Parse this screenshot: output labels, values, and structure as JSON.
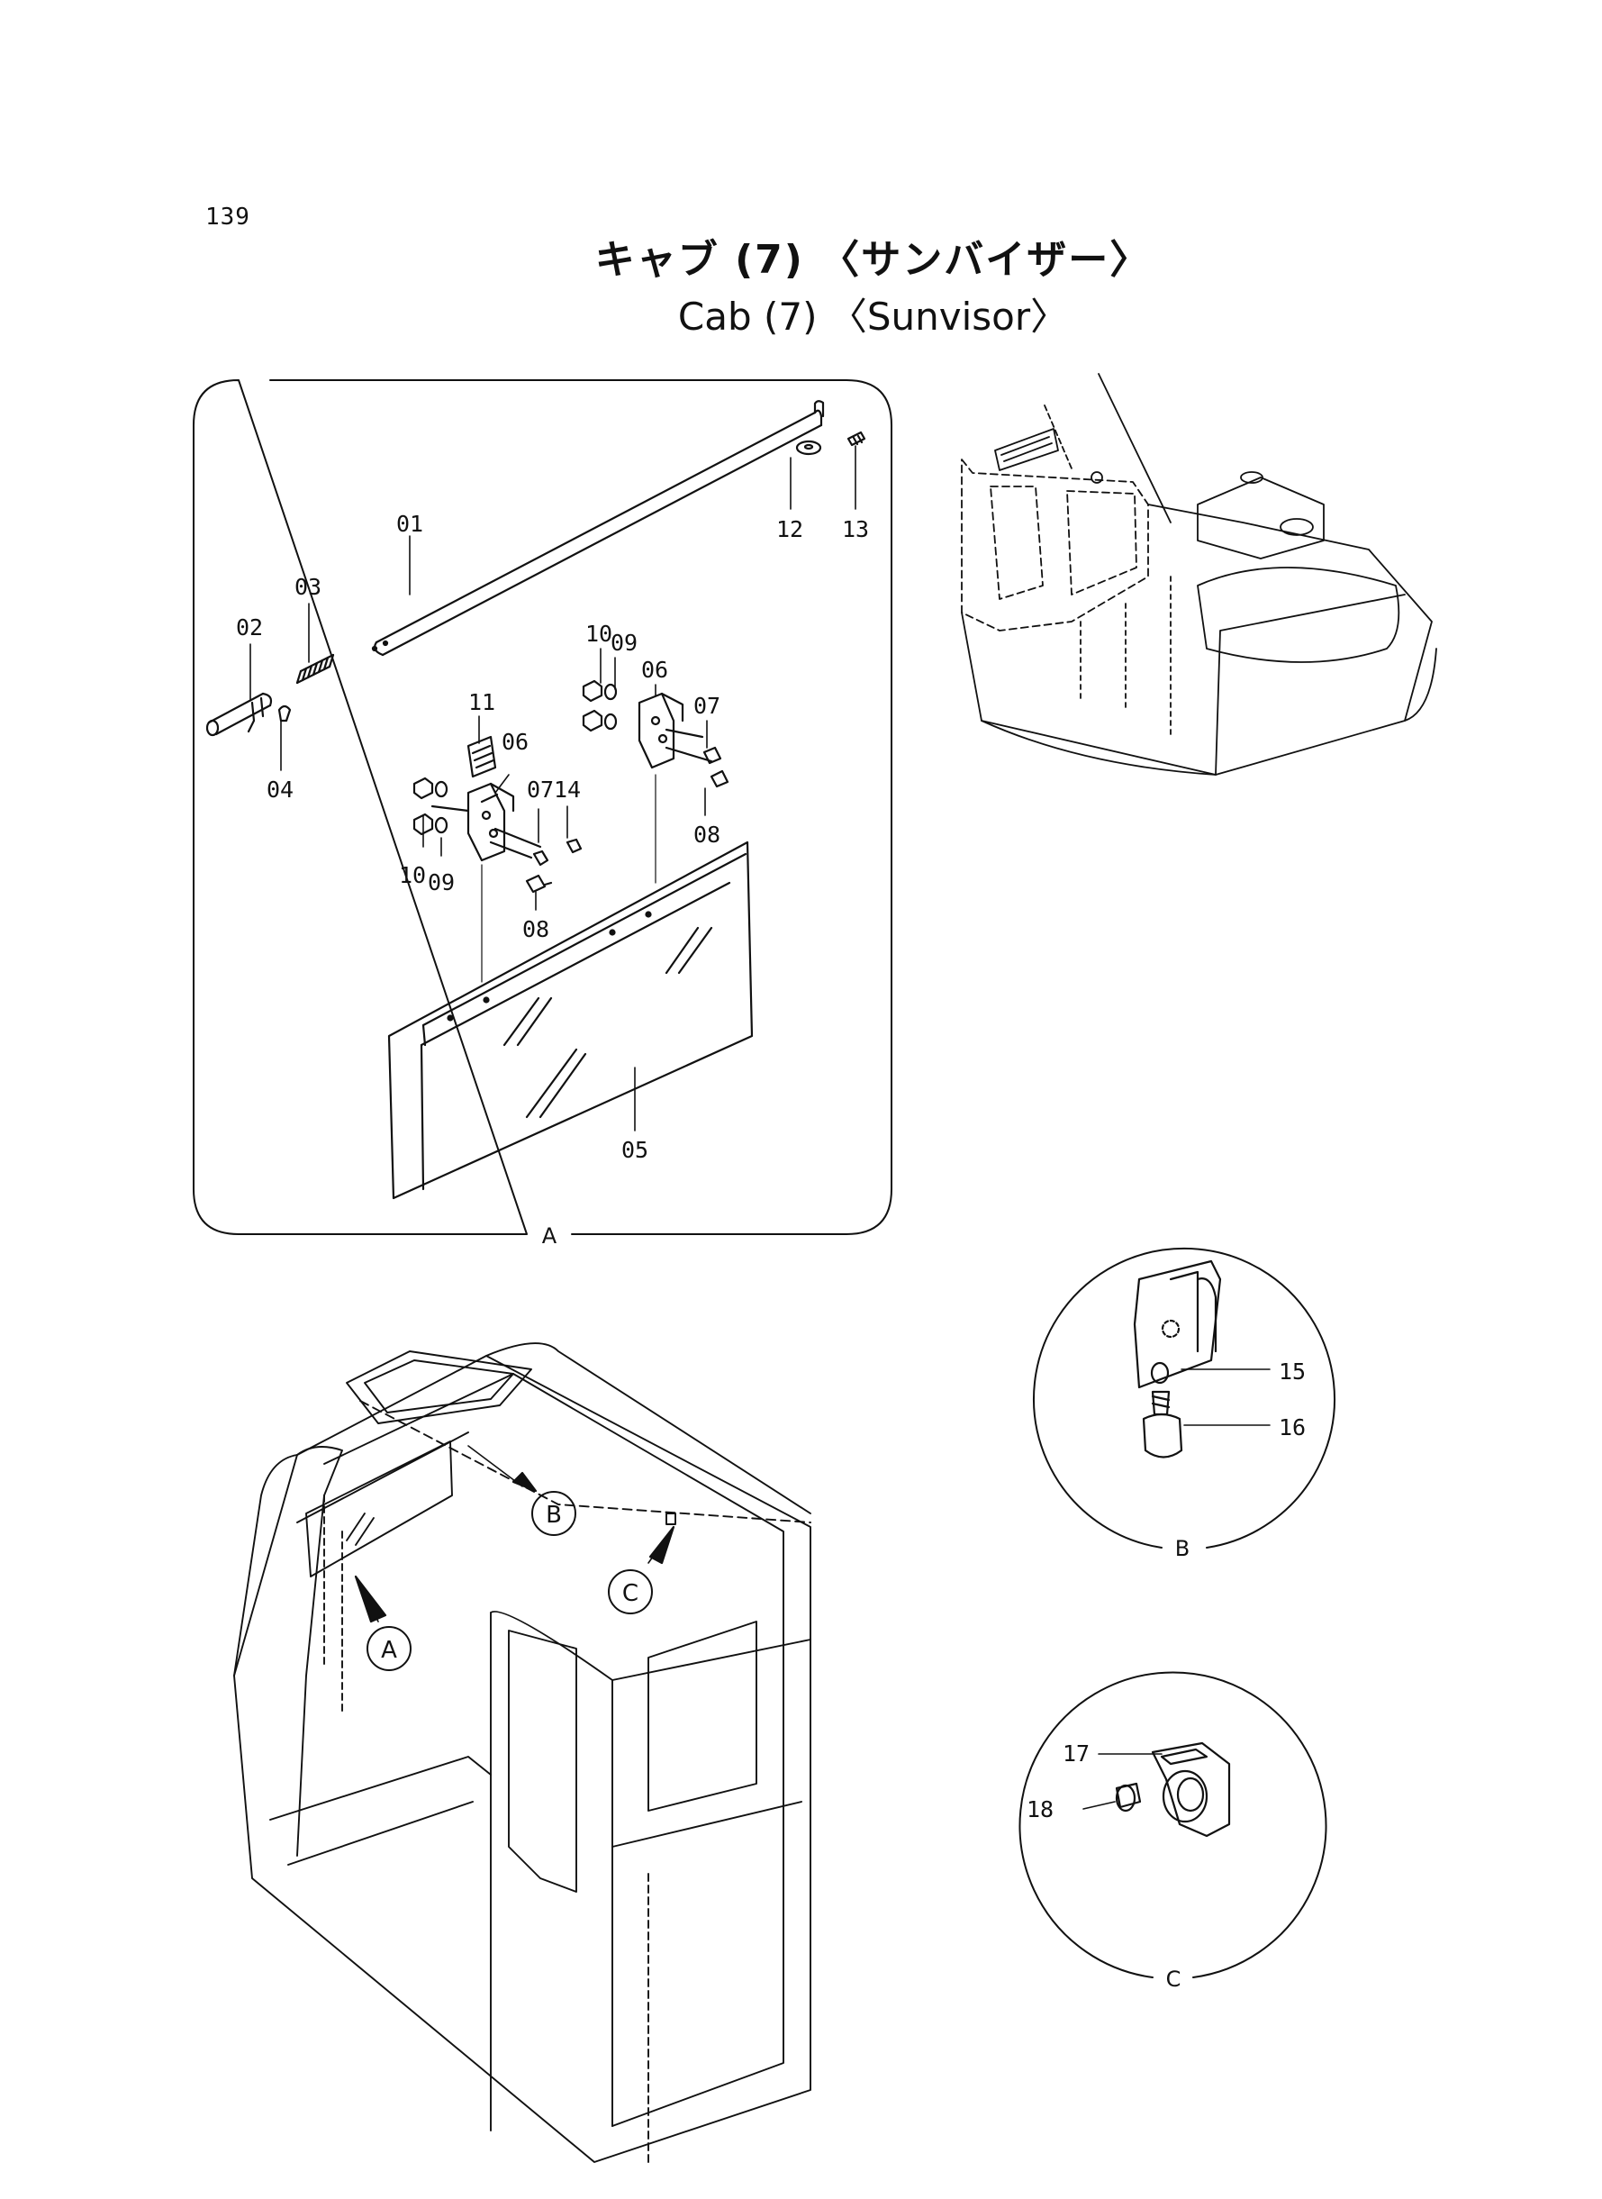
{
  "page": {
    "number": "139"
  },
  "title": {
    "japanese": "キャブ (7) 〈サンバイザー〉",
    "english": "Cab (7) 〈Sunvisor〉"
  },
  "detail_a": {
    "frame_label": "A",
    "part_labels": {
      "p01": "01",
      "p02": "02",
      "p03": "03",
      "p04": "04",
      "p05": "05",
      "p06a": "06",
      "p06b": "06",
      "p07a": "07",
      "p07b": "07",
      "p08a": "08",
      "p08b": "08",
      "p09a": "09",
      "p09b": "09",
      "p10a": "10",
      "p10b": "10",
      "p11": "11",
      "p12": "12",
      "p13": "13",
      "p14": "14"
    }
  },
  "detail_b": {
    "frame_label": "B",
    "part_labels": {
      "p15": "15",
      "p16": "16"
    }
  },
  "detail_c": {
    "frame_label": "C",
    "part_labels": {
      "p17": "17",
      "p18": "18"
    }
  },
  "cab_view": {
    "callouts": {
      "a": "A",
      "b": "B",
      "c": "C"
    }
  }
}
